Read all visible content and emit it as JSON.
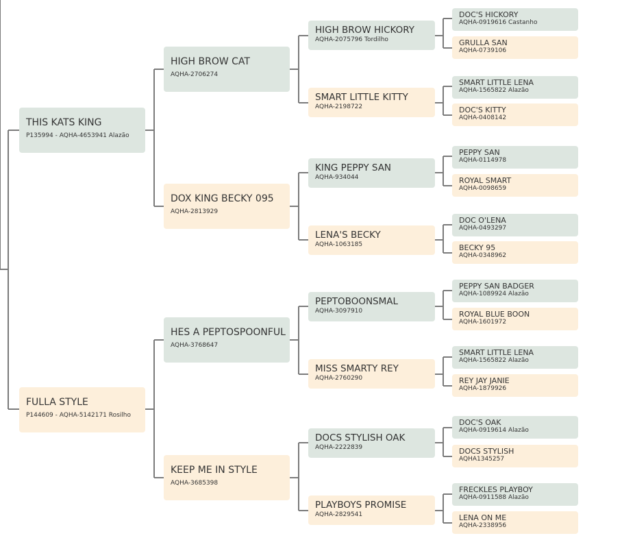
{
  "pedigree": {
    "parents": [
      {
        "name": "THIS KATS KING",
        "reg": "P135994 - AQHA-4653941 Alazão"
      },
      {
        "name": "FULLA STYLE",
        "reg": "P144609 - AQHA-5142171 Rosilho"
      }
    ],
    "grandparents": [
      {
        "name": "HIGH BROW CAT",
        "reg": "AQHA-2706274"
      },
      {
        "name": "DOX KING BECKY 095",
        "reg": "AQHA-2813929"
      },
      {
        "name": "HES A PEPTOSPOONFUL",
        "reg": "AQHA-3768647"
      },
      {
        "name": "KEEP ME IN STYLE",
        "reg": "AQHA-3685398"
      }
    ],
    "great_grandparents": [
      {
        "name": "HIGH BROW HICKORY",
        "reg": "AQHA-2075796 Tordilho"
      },
      {
        "name": "SMART LITTLE KITTY",
        "reg": "AQHA-2198722"
      },
      {
        "name": "KING PEPPY SAN",
        "reg": "AQHA-934044"
      },
      {
        "name": "LENA'S BECKY",
        "reg": "AQHA-1063185"
      },
      {
        "name": "PEPTOBOONSMAL",
        "reg": "AQHA-3097910"
      },
      {
        "name": "MISS SMARTY REY",
        "reg": "AQHA-2760290"
      },
      {
        "name": "DOCS STYLISH OAK",
        "reg": "AQHA-2222839"
      },
      {
        "name": "PLAYBOYS PROMISE",
        "reg": "AQHA-2829541"
      }
    ],
    "great_great_grandparents": [
      {
        "name": "DOC'S HICKORY",
        "reg": "AQHA-0919616 Castanho"
      },
      {
        "name": "GRULLA SAN",
        "reg": "AQHA-0739106"
      },
      {
        "name": "SMART LITTLE LENA",
        "reg": "AQHA-1565822 Alazão"
      },
      {
        "name": "DOC'S KITTY",
        "reg": "AQHA-0408142"
      },
      {
        "name": "PEPPY SAN",
        "reg": "AQHA-0114978"
      },
      {
        "name": "ROYAL SMART",
        "reg": "AQHA-0098659"
      },
      {
        "name": "DOC O'LENA",
        "reg": "AQHA-0493297"
      },
      {
        "name": "BECKY 95",
        "reg": "AQHA-0348962"
      },
      {
        "name": "PEPPY SAN BADGER",
        "reg": "AQHA-1089924 Alazão"
      },
      {
        "name": "ROYAL BLUE BOON",
        "reg": "AQHA-1601972"
      },
      {
        "name": "SMART LITTLE LENA",
        "reg": "AQHA-1565822 Alazão"
      },
      {
        "name": "REY JAY JANIE",
        "reg": "AQHA-1879926"
      },
      {
        "name": "DOC'S OAK",
        "reg": "AQHA-0919614 Alazão"
      },
      {
        "name": "DOCS STYLISH",
        "reg": "AQHA1345257"
      },
      {
        "name": "FRECKLES PLAYBOY",
        "reg": "AQHA-0911588 Alazão"
      },
      {
        "name": "LENA ON ME",
        "reg": "AQHA-2338956"
      }
    ]
  },
  "colors": {
    "sire_box": "#dde6e0",
    "dam_box": "#fdefdb",
    "connector": "#7a7a7a"
  }
}
